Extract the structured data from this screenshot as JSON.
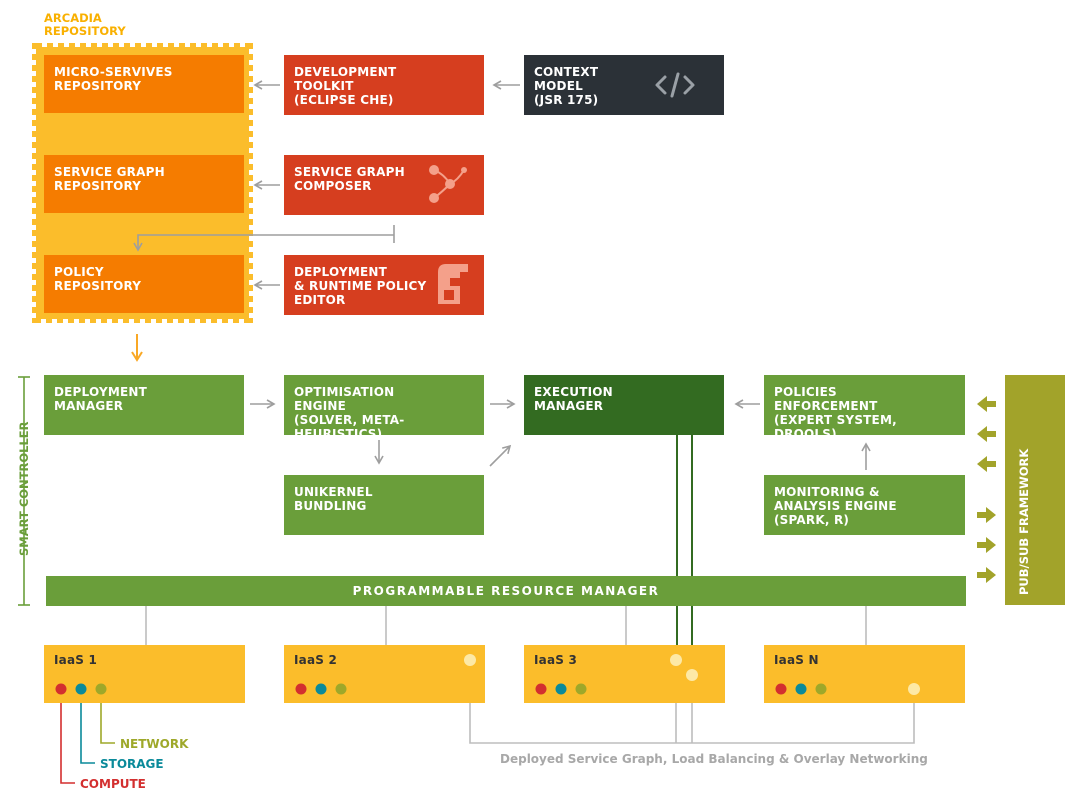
{
  "repository": {
    "title": "ARCADIA\nREPOSITORY"
  },
  "boxes": {
    "microservices": "MICRO-SERVIVES\nREPOSITORY",
    "service_graph_repo": "SERVICE GRAPH\nREPOSITORY",
    "policy_repo": "POLICY\nREPOSITORY",
    "dev_toolkit": "DEVELOPMENT\nTOOLKIT\n(ECLIPSE CHE)",
    "context_model": "CONTEXT\nMODEL\n(JSR 175)",
    "sg_composer": "SERVICE GRAPH\nCOMPOSER",
    "policy_editor": "DEPLOYMENT\n& RUNTIME POLICY\nEDITOR",
    "deployment_manager": "DEPLOYMENT\nMANAGER",
    "optimisation_engine": "OPTIMISATION\nENGINE\n(SOLVER, META-HEURISTICS)",
    "execution_manager": "EXECUTION\nMANAGER",
    "policies_enforcement": "POLICIES\nENFORCEMENT\n(EXPERT SYSTEM, DROOLS)",
    "unikernel": "UNIKERNEL\nBUNDLING",
    "monitoring": "MONITORING &\nANALYSIS ENGINE\n(SPARK, R)",
    "prm": "PROGRAMMABLE RESOURCE MANAGER",
    "pubsub": "PUB/SUB\nFRAMEWORK"
  },
  "smart_controller": "SMART CONTROLLER",
  "iaas": [
    "IaaS 1",
    "IaaS 2",
    "IaaS 3",
    "IaaS N"
  ],
  "legend": {
    "network": "NETWORK",
    "storage": "STORAGE",
    "compute": "COMPUTE"
  },
  "deployed_caption": "Deployed Service Graph, Load Balancing & Overlay Networking",
  "colors": {
    "orange": "#f57c00",
    "yellow": "#fbbd2b",
    "red": "#d63e1f",
    "dark": "#2b3137",
    "green": "#6a9e3a",
    "dark_green": "#336b21",
    "olive": "#a2a32a",
    "compute": "#d32f2f",
    "storage": "#0a8a9a",
    "network": "#9ea82a"
  },
  "icons": [
    "code-icon",
    "graph-icon",
    "policy-editor-icon",
    "arrow-icon"
  ]
}
